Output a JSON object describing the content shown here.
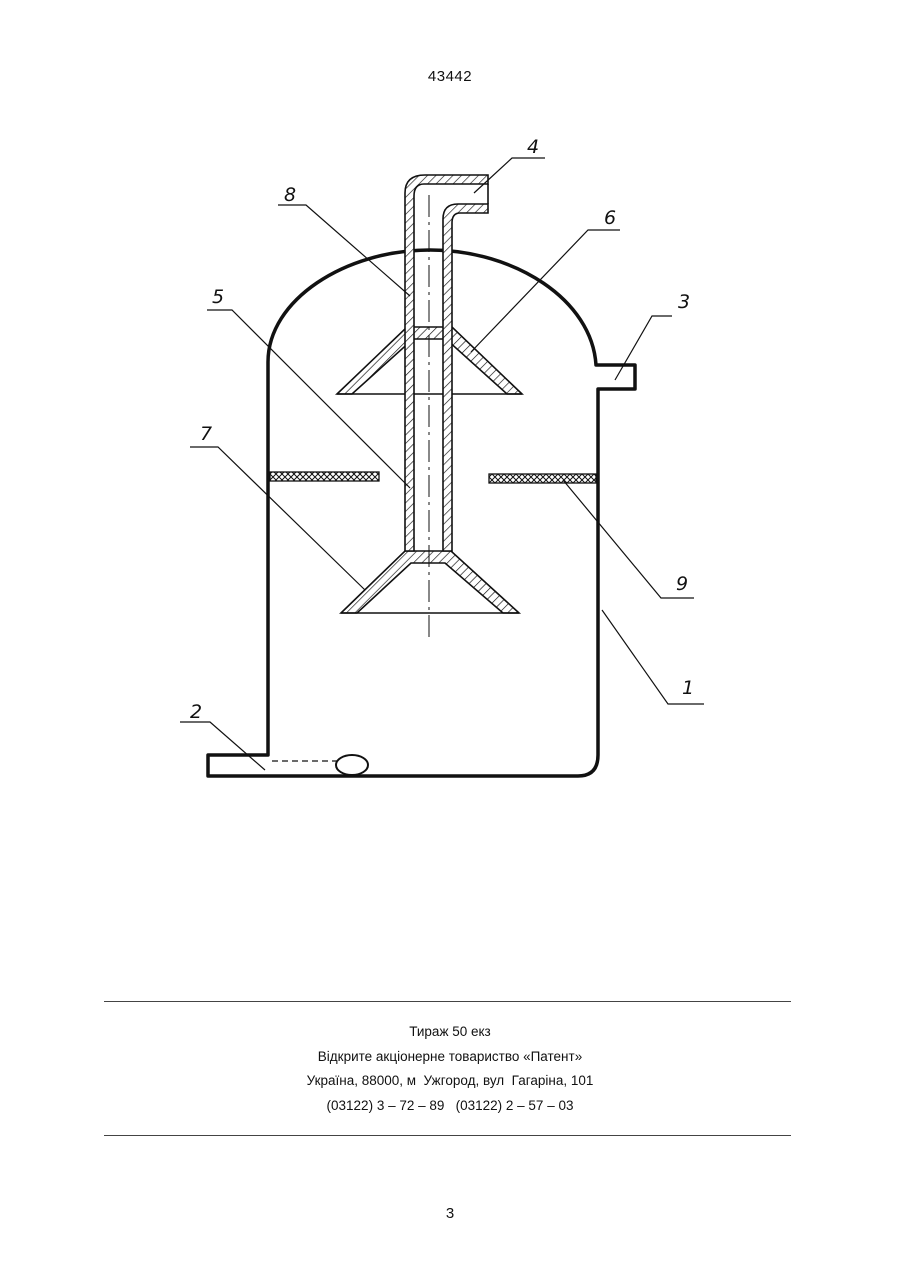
{
  "header": {
    "document_number": "43442"
  },
  "figure": {
    "labels": [
      "1",
      "2",
      "3",
      "4",
      "5",
      "6",
      "7",
      "8",
      "9"
    ]
  },
  "imprint": {
    "circulation": "Тираж 50 екз",
    "publisher": "Відкрите акціонерне товариство «Патент»",
    "address": "Україна, 88000, м  Ужгород, вул  Гагаріна, 101",
    "phones": "(03122) 3 – 72 – 89   (03122) 2 – 57 – 03"
  },
  "footer": {
    "page_number": "3"
  },
  "colors": {
    "ink": "#111111",
    "rule": "#444444",
    "paper": "#ffffff"
  }
}
